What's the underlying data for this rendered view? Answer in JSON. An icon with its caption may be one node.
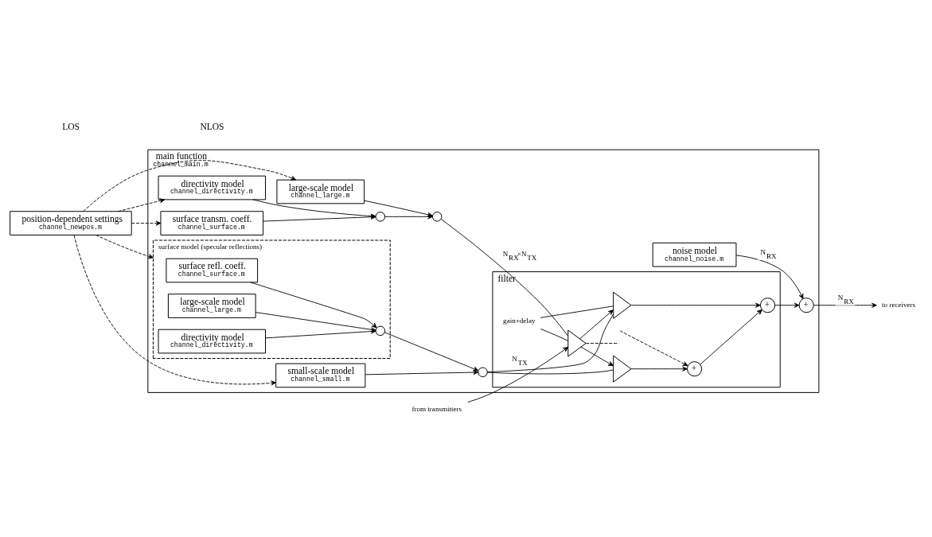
{
  "diagram": {
    "nodes": [
      {
        "text": [
          "main function",
          "channel_main.m"
        ]
      },
      {
        "text": [
          "filter"
        ],
        "in": 0
      },
      {
        "text": [],
        "shape": "triangle",
        "in": 1
      },
      {
        "text": [],
        "shape": "triangle",
        "in": 1
      },
      {
        "text": [],
        "shape": "triangle",
        "in": 1
      },
      {
        "text": [
          "+"
        ],
        "in": 1
      },
      {
        "text": [
          "+"
        ],
        "in": 1
      },
      {
        "text": [
          "noise model",
          "channel_noise.m"
        ],
        "in": 0
      },
      {
        "text": [
          "+"
        ],
        "in": 0
      },
      {
        "text": [
          "large-scale model",
          "channel_large.m"
        ],
        "in": 0
      },
      {
        "text": [
          "directivity model",
          "channel_directivity.m"
        ],
        "in": 0
      },
      {
        "text": [
          "surface transm. coeff.",
          "channel_surface.m"
        ],
        "in": 0
      },
      {
        "text": [],
        "shape": "circle",
        "in": 0
      },
      {
        "text": [],
        "shape": "circle",
        "in": 0
      },
      {
        "text": [],
        "shape": "circle",
        "in": 0
      },
      {
        "text": [
          "small-scale model",
          "channel_small.m"
        ],
        "in": 0
      },
      {
        "text": [
          "surface model (specular reflections)"
        ],
        "in": 0
      },
      {
        "text": [
          "surface refl. coeff.",
          "channel_surface.m"
        ],
        "in": 16
      },
      {
        "text": [
          "large-scale model",
          "channel_large.m"
        ],
        "in": 16
      },
      {
        "text": [
          "directivity model",
          "channel_directivity.m"
        ],
        "in": 16
      },
      {
        "text": [],
        "shape": "circle",
        "in": 16
      },
      {
        "text": [
          "position-dependent settings",
          "channel_newpos.m"
        ]
      },
      {
        "text": [
          "from transmitters"
        ]
      },
      {
        "text": [
          "to receivers"
        ]
      },
      {
        "text": [
          "gain+delay"
        ],
        "in": 1
      }
    ],
    "edges": [
      {
        "from": 22,
        "to": 2,
        "arrow": "to",
        "label": "N$_{TX}$"
      },
      {
        "from": 2,
        "to": 3,
        "arrow": "to"
      },
      {
        "from": 2,
        "to": 4,
        "arrow": "to"
      },
      {
        "from": 2,
        "to": null,
        "arrow": "none",
        "style": "dashed"
      },
      {
        "from": 3,
        "to": 5,
        "arrow": "to"
      },
      {
        "from": 4,
        "to": 6,
        "arrow": "to"
      },
      {
        "from": 6,
        "to": 5,
        "arrow": "to"
      },
      {
        "from": null,
        "to": 6,
        "arrow": "to",
        "style": "dashed"
      },
      {
        "from": 5,
        "to": 8,
        "arrow": "to"
      },
      {
        "from": 7,
        "to": 8,
        "arrow": "to",
        "label": "N$_{RX}$"
      },
      {
        "from": 8,
        "to": 23,
        "arrow": "to",
        "label": "N$_{RX}$"
      },
      {
        "from": 24,
        "to": 2,
        "arrow": "none"
      },
      {
        "from": 24,
        "to": 3,
        "arrow": "none"
      },
      {
        "from": 12,
        "to": 2,
        "arrow": "none",
        "label": "N$_{RX}$×N$_{TX}$"
      },
      {
        "from": 14,
        "to": 4,
        "arrow": "none"
      },
      {
        "from": 14,
        "to": 3,
        "arrow": "none"
      },
      {
        "from": 9,
        "to": 12,
        "arrow": "to"
      },
      {
        "from": 13,
        "to": 12,
        "arrow": "to"
      },
      {
        "from": 10,
        "to": 13,
        "arrow": "to"
      },
      {
        "from": 11,
        "to": 13,
        "arrow": "to"
      },
      {
        "from": 15,
        "to": 14,
        "arrow": "to"
      },
      {
        "from": 20,
        "to": 14,
        "arrow": "to"
      },
      {
        "from": 17,
        "to": 20,
        "arrow": "to"
      },
      {
        "from": 18,
        "to": 20,
        "arrow": "to"
      },
      {
        "from": 19,
        "to": 20,
        "arrow": "to"
      },
      {
        "from": 21,
        "to": 9,
        "arrow": "to",
        "style": "dashed"
      },
      {
        "from": 21,
        "to": 10,
        "arrow": "to",
        "style": "dashed"
      },
      {
        "from": 21,
        "to": 11,
        "arrow": "to",
        "style": "dashed"
      },
      {
        "from": 21,
        "to": 15,
        "arrow": "to",
        "style": "dashed"
      },
      {
        "from": 21,
        "to": 16,
        "arrow": "to",
        "style": "dashed"
      }
    ],
    "labels": [
      "LOS",
      "NLOS"
    ]
  }
}
